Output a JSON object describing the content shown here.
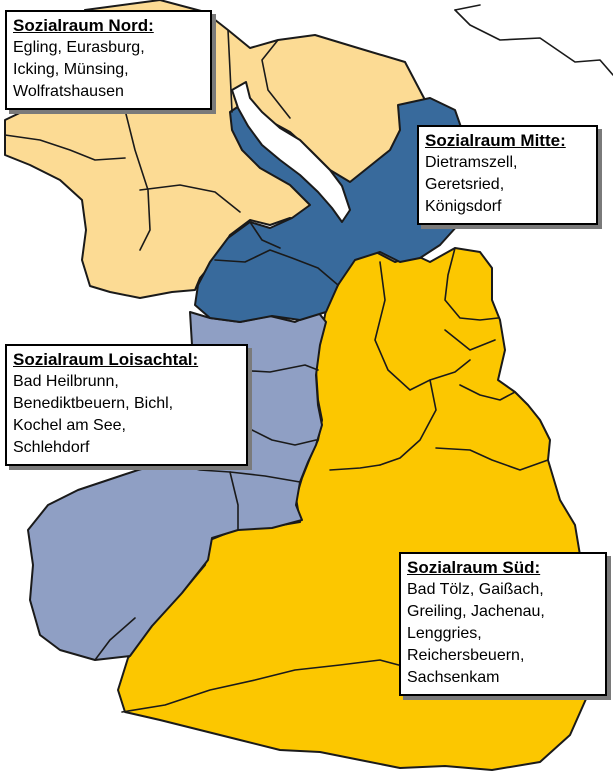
{
  "colors": {
    "nord": "#FCDB94",
    "mitte": "#386A9C",
    "loisachtal": "#8F9FC4",
    "sued": "#FCC700",
    "water": "#ffffff"
  },
  "regions": {
    "nord": {
      "title": "Sozialraum Nord:",
      "towns": [
        "Egling, Eurasburg,",
        "Icking, Münsing,",
        "Wolfratshausen"
      ]
    },
    "mitte": {
      "title": "Sozialraum Mitte:",
      "towns": [
        "Dietramszell,",
        "Geretsried,",
        "Königsdorf"
      ]
    },
    "loisachtal": {
      "title": "Sozialraum Loisachtal:",
      "towns": [
        "Bad Heilbrunn,",
        "Benediktbeuern, Bichl,",
        "Kochel am See,",
        "Schlehdorf"
      ]
    },
    "sued": {
      "title": "Sozialraum Süd:",
      "towns": [
        "Bad Tölz, Gaißach,",
        "Greiling, Jachenau,",
        "Lenggries,",
        "Reichersbeuern,",
        "Sachsenkam"
      ]
    }
  }
}
